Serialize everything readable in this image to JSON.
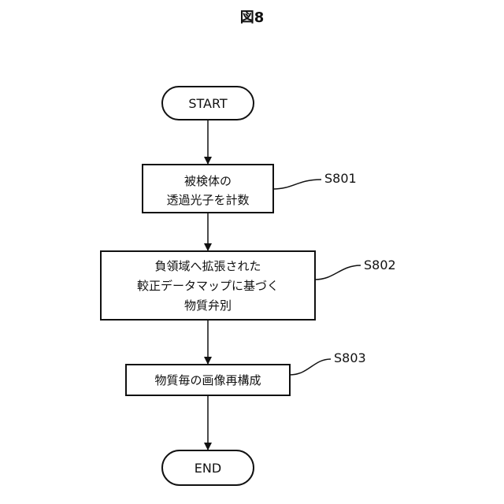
{
  "figure_title": "図8",
  "nodes": {
    "start": "START",
    "step1": {
      "lines": [
        "被検体の",
        "透過光子を計数"
      ],
      "label": "S801"
    },
    "step2": {
      "lines": [
        "負領域へ拡張された",
        "較正データマップに基づく",
        "物質弁別"
      ],
      "label": "S802"
    },
    "step3": {
      "lines": [
        "物質毎の画像再構成"
      ],
      "label": "S803"
    },
    "end": "END"
  }
}
